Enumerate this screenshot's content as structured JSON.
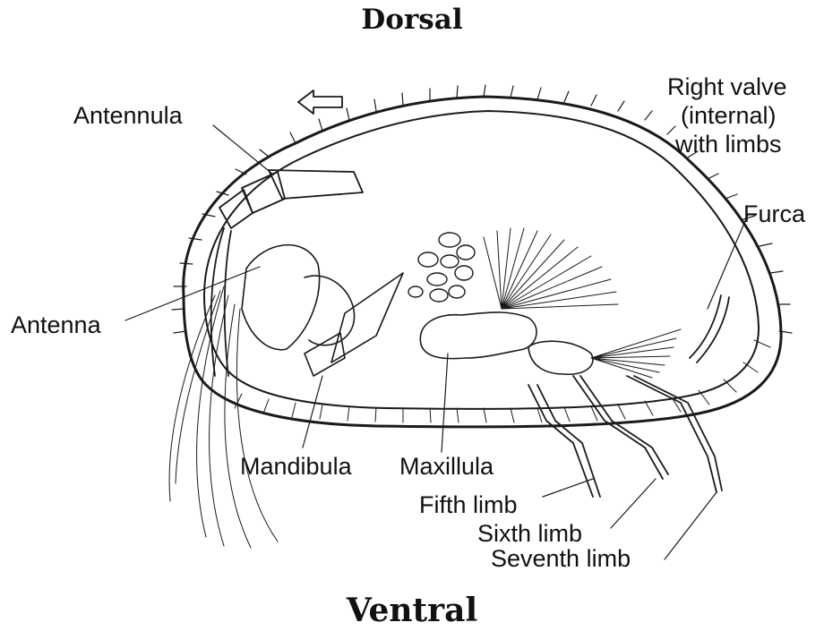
{
  "orientation": {
    "top": "Dorsal",
    "bottom": "Ventral"
  },
  "labels": {
    "antennula": "Antennula",
    "antenna": "Antenna",
    "mandibula": "Mandibula",
    "maxillula": "Maxillula",
    "fifth_limb": "Fifth limb",
    "sixth_limb": "Sixth limb",
    "seventh_limb": "Seventh limb",
    "right_valve_line1": "Right valve",
    "right_valve_line2": "(internal)",
    "right_valve_line3": "with limbs",
    "furca": "Furca"
  },
  "colors": {
    "ink": "#1a1a1a",
    "background": "#ffffff"
  }
}
